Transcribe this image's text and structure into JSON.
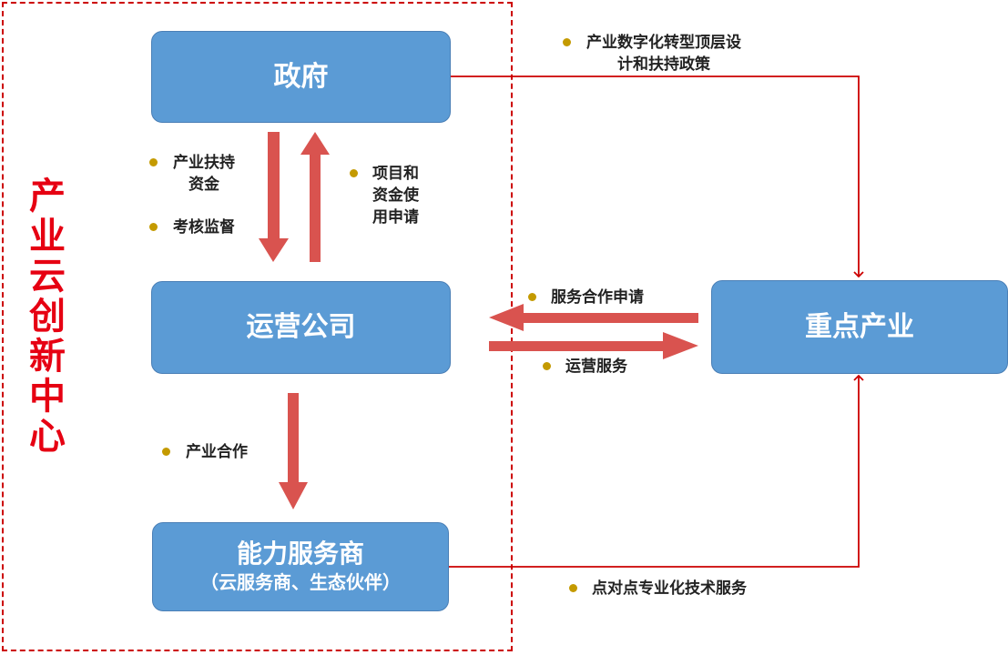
{
  "frame_title": [
    "产",
    "业",
    "云",
    "创",
    "新",
    "中",
    "心"
  ],
  "nodes": {
    "government": "政府",
    "operator": "运营公司",
    "service_provider": "能力服务商",
    "service_provider_sub": "（云服务商、生态伙伴）",
    "key_industry": "重点产业"
  },
  "labels": {
    "policy_line1": "产业数字化转型顶层设",
    "policy_line2": "计和扶持政策",
    "funding_line1": "产业扶持",
    "funding_line2": "资金",
    "supervision": "考核监督",
    "project_line1": "项目和",
    "project_line2": "资金使",
    "project_line3": "用申请",
    "cooperation_request": "服务合作申请",
    "operation_service": "运营服务",
    "industry_cooperation": "产业合作",
    "p2p_service": "点对点专业化技术服务"
  },
  "colors": {
    "box_fill": "#5b9bd5",
    "arrow_fill": "#d9534f",
    "connector": "#cc0000",
    "bullet": "#c49a00",
    "title_red": "#e60012"
  }
}
